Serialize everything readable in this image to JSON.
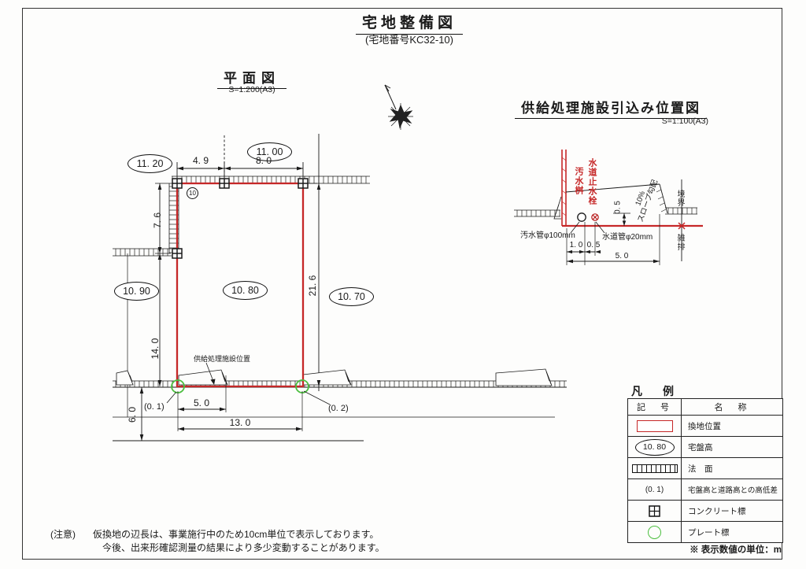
{
  "sheet": {
    "title": "宅地整備図",
    "subtitle": "(宅地番号KC32-10)"
  },
  "plan": {
    "title": "平面図",
    "scale": "S=1:200(A3)",
    "elev": {
      "left": "11. 20",
      "top": "11. 00",
      "mid_left": "10. 90",
      "center": "10. 80",
      "right": "10. 70"
    },
    "dim": {
      "top_a": "4. 9",
      "top_b": "8. 0",
      "left_a": "7. 6",
      "left_b": "14. 0",
      "right": "21. 6",
      "road": "6. 0",
      "a": "5. 0",
      "b": "13. 0"
    },
    "diff": {
      "left": "(0. 1)",
      "right": "(0. 2)"
    },
    "utility": "供給処理施設位置",
    "lot_no": "10"
  },
  "detail": {
    "title": "供給処理施設引込み位置図",
    "scale": "S=1:100(A3)",
    "sewer_basin": "汚水桝",
    "water_valve": "水道止水栓",
    "sewer_pipe": "汚水管φ100mm",
    "water_pipe": "水道管φ20mm",
    "slope1": "10%",
    "slope2": "スロープ勾配",
    "bnd_top": "境界",
    "bnd_bottom": "雑排",
    "dim": {
      "a": "1. 0",
      "b": "0. 5",
      "total": "5. 0",
      "h": "0. 5"
    }
  },
  "legend": {
    "title": "凡　例",
    "col_sym": "記　号",
    "col_name": "名　称",
    "rows": [
      {
        "name": "換地位置"
      },
      {
        "sym": "10. 80",
        "name": "宅盤高"
      },
      {
        "name": "法　面"
      },
      {
        "sym": "(0. 1)",
        "name": "宅盤高と道路高との高低差"
      },
      {
        "name": "コンクリート標"
      },
      {
        "name": "プレート標"
      }
    ],
    "unit": "※ 表示数値の単位：m"
  },
  "note": {
    "head": "(注意)",
    "line1": "仮換地の辺長は、事業施行中のため10cm単位で表示しております。",
    "line2": "今後、出来形確認測量の結果により多少変動することがあります。"
  }
}
